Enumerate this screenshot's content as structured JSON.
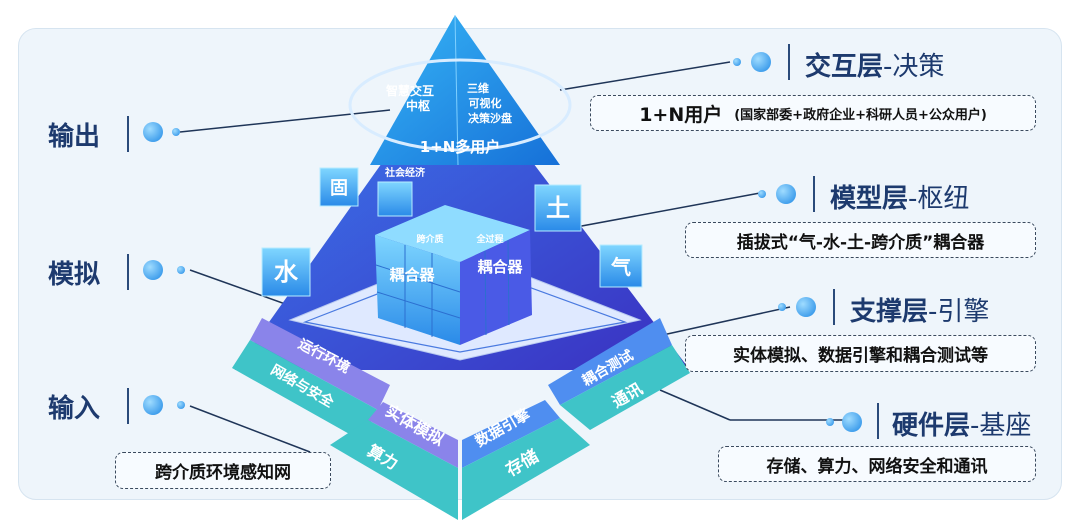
{
  "left_labels": {
    "output": "输出",
    "simulate": "模拟",
    "input": "输入",
    "input_box": "跨介质环境感知网"
  },
  "layers": [
    {
      "name": "交互层",
      "role": "-决策",
      "desc": "1+N用户",
      "desc_detail": "(国家部委+政府企业+科研人员+公众用户)"
    },
    {
      "name": "模型层",
      "role": "-枢纽",
      "desc": "插拔式“气-水-土-跨介质”耦合器"
    },
    {
      "name": "支撑层",
      "role": "-引擎",
      "desc": "实体模拟、数据引擎和耦合测试等"
    },
    {
      "name": "硬件层",
      "role": "-基座",
      "desc": "存储、算力、网络安全和通讯"
    }
  ],
  "pyramid": {
    "top_left": "智慧交互\n中枢",
    "top_left_1": "智慧交互",
    "top_left_2": "中枢",
    "top_right_1": "三维",
    "top_right_2": "可视化",
    "top_right_3": "决策沙盘",
    "ring_label": "1+N多用户",
    "socio": "社会经济",
    "cubes": {
      "solid": "固",
      "water": "水",
      "soil": "土",
      "air": "气"
    },
    "coupler_left_tag": "跨介质",
    "coupler_left": "耦合器",
    "coupler_right_tag": "全过程",
    "coupler_right": "耦合器",
    "slabs": {
      "runtime": "运行环境",
      "network": "网络与安全",
      "entity": "实体模拟",
      "compute": "算力",
      "data": "数据引擎",
      "storage": "存储",
      "coupling_test": "耦合测试",
      "comm": "通讯"
    }
  },
  "colors": {
    "title": "#1d3a6e",
    "apex": "#2a9cf0",
    "body": "#3a3fd0",
    "purple": "#8a84ea",
    "teal": "#3fc4c8",
    "blue": "#4f8ef0"
  }
}
